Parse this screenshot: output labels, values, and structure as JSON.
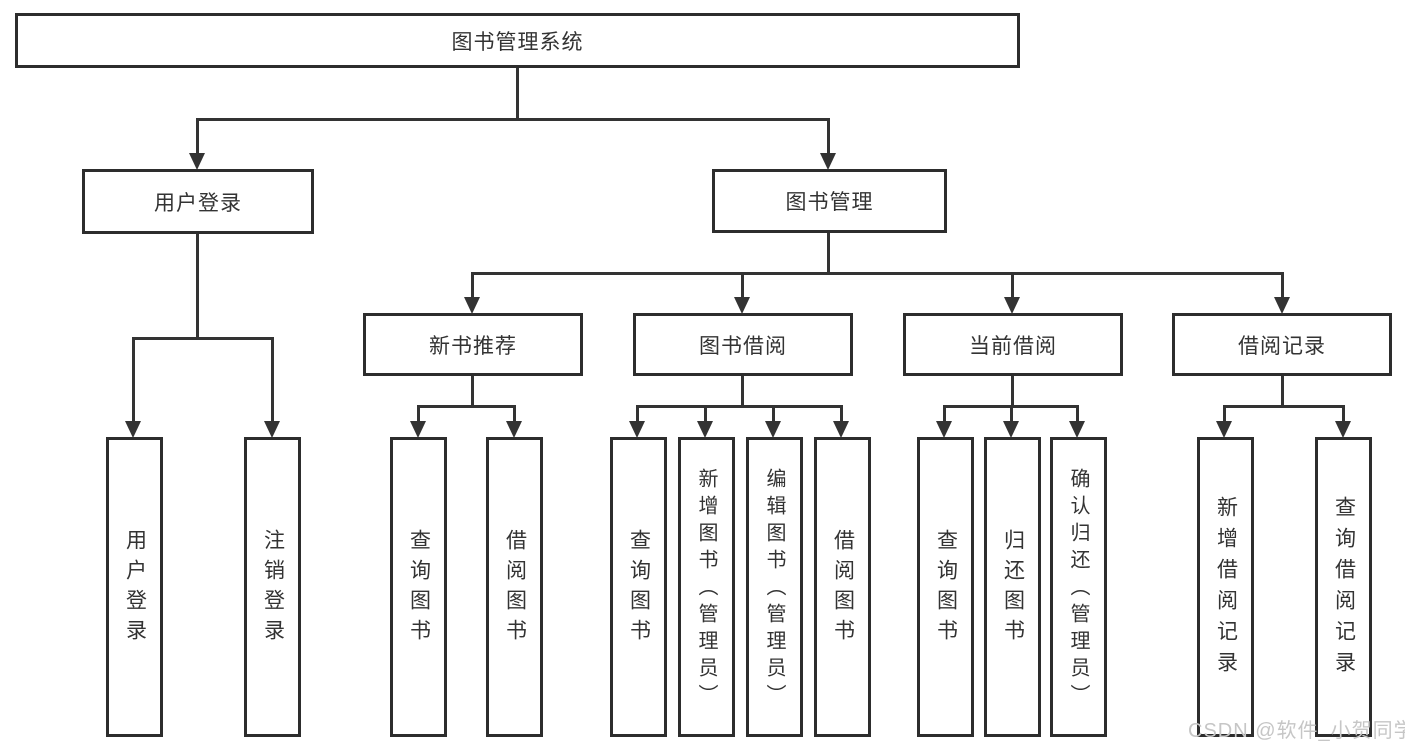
{
  "colors": {
    "line": "#333333",
    "box_border": "#2d2d2d",
    "text": "#333333",
    "background": "#ffffff",
    "watermark": "#c6c6c6"
  },
  "watermark": {
    "text": "CSDN @软件_小贺同学"
  },
  "diagram": {
    "root": {
      "label": "图书管理系统"
    },
    "branches": [
      {
        "label": "用户登录",
        "children": [
          {
            "label": "用户登录"
          },
          {
            "label": "注销登录"
          }
        ]
      },
      {
        "label": "图书管理",
        "children": [
          {
            "label": "新书推荐",
            "children": [
              {
                "label": "查询图书"
              },
              {
                "label": "借阅图书"
              }
            ]
          },
          {
            "label": "图书借阅",
            "children": [
              {
                "label": "查询图书"
              },
              {
                "label": "新增图书（管理员）"
              },
              {
                "label": "编辑图书（管理员）"
              },
              {
                "label": "借阅图书"
              }
            ]
          },
          {
            "label": "当前借阅",
            "children": [
              {
                "label": "查询图书"
              },
              {
                "label": "归还图书"
              },
              {
                "label": "确认归还（管理员）"
              }
            ]
          },
          {
            "label": "借阅记录",
            "children": [
              {
                "label": "新增借阅记录"
              },
              {
                "label": "查询借阅记录"
              }
            ]
          }
        ]
      }
    ]
  }
}
